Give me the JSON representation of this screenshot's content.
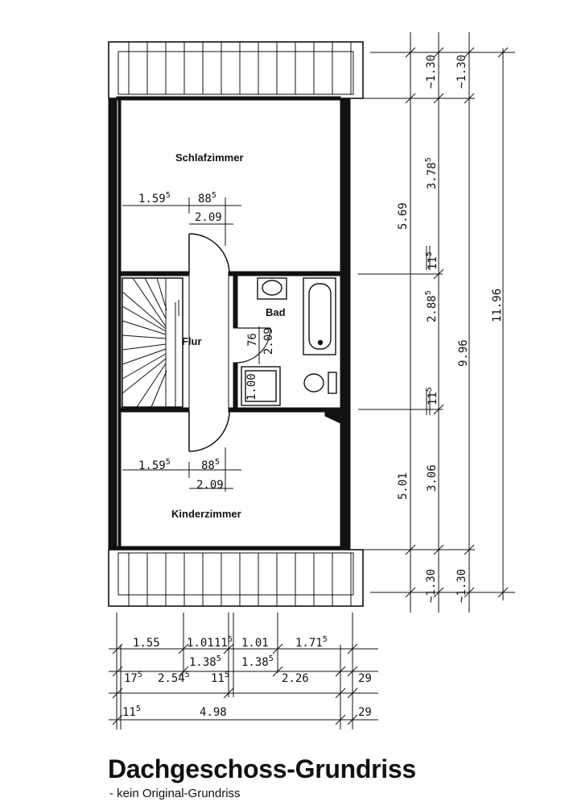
{
  "title": "Dachgeschoss-Grundriss",
  "subtitle": "- kein Original-Grundriss",
  "rooms": {
    "schlafzimmer": "Schlafzimmer",
    "bad": "Bad",
    "flur": "Flur",
    "kinderzimmer": "Kinderzimmer"
  },
  "dims": {
    "top_a": "1.59",
    "top_a_sup": "5",
    "top_b": "88",
    "top_b_sup": "5",
    "top_c": "2.09",
    "bot_a": "1.59",
    "bot_a_sup": "5",
    "bot_b": "88",
    "bot_b_sup": "5",
    "bot_c": "2.09",
    "door_76": "76",
    "door_209": "2.09",
    "shower_100": "1.00",
    "r_130_top": "~1.30",
    "r_130_top2": "~1.30",
    "r_378": "3.78",
    "r_378_sup": "5",
    "r_569": "5.69",
    "r_11_top": "11",
    "r_11_top_sup": "5",
    "r_288": "2.88",
    "r_288_sup": "5",
    "r_996": "9.96",
    "r_1196": "11.96",
    "r_11_bot": "11",
    "r_11_bot_sup": "5",
    "r_306": "3.06",
    "r_501": "5.01",
    "r_130_bot": "~1.30",
    "r_130_bot2": "~1.30",
    "b1_155": "1.55",
    "b1_101a": "1.01",
    "b1_11": "11",
    "b1_11_sup": "5",
    "b1_101b": "1.01",
    "b1_171": "1.71",
    "b1_171_sup": "5",
    "b2_138a": "1.38",
    "b2_138a_sup": "5",
    "b2_138b": "1.38",
    "b2_138b_sup": "5",
    "b3_17": "17",
    "b3_17_sup": "5",
    "b3_254": "2.54",
    "b3_254_sup": "5",
    "b3_11": "11",
    "b3_11_sup": "5",
    "b3_226": "2.26",
    "b3_29": "29",
    "b4_11": "11",
    "b4_11_sup": "5",
    "b4_498": "4.98",
    "b4_29": "29"
  }
}
